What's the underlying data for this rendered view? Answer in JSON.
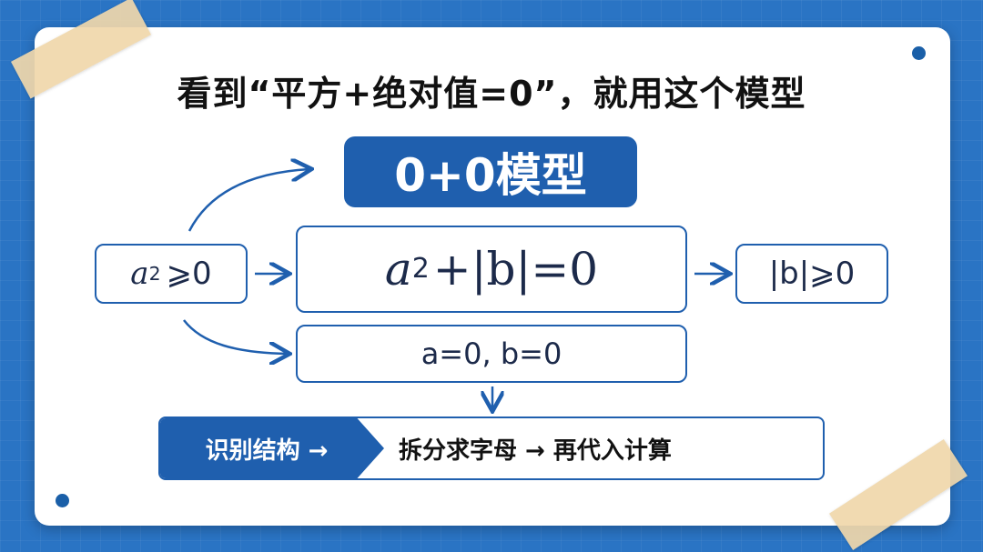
{
  "title": "看到“平方+绝对值=0”，就用这个模型",
  "model_tag": "0+0模型",
  "left_box": {
    "base": "a",
    "exp": "2",
    "rest": "⩾0"
  },
  "main_box": {
    "base": "a",
    "exp": "2",
    "rest": "+|b|=0"
  },
  "right_box": {
    "text": "|b|⩾0"
  },
  "result_box": {
    "text": "a=0, b=0"
  },
  "steps": {
    "step1": "识别结构 →",
    "step2": "拆分求字母 → 再代入计算"
  },
  "colors": {
    "background": "#2a74c4",
    "accent": "#1f5fae",
    "card": "#ffffff",
    "tape": "#f0d7aa"
  }
}
